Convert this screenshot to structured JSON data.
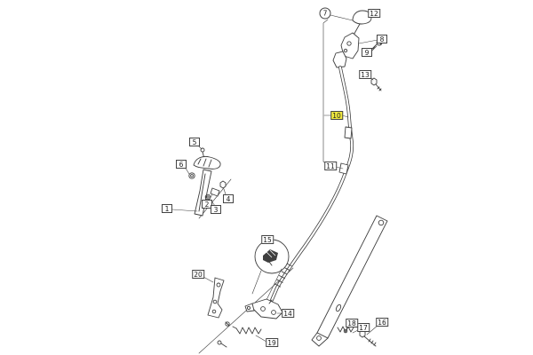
{
  "theme": {
    "bg": "#ffffff",
    "line": "#3f3f3f",
    "hl": "#f2ea3e"
  },
  "highlight": {
    "highlighted_callout": "10"
  },
  "callouts": {
    "c1": "1",
    "c2": "2",
    "c3": "3",
    "c4": "4",
    "c5": "5",
    "c6": "6",
    "c7": "7",
    "c8": "8",
    "c9": "9",
    "c10": "10",
    "c11": "11",
    "c12": "12",
    "c13": "13",
    "c14": "14",
    "c15": "15",
    "c16": "16",
    "c17": "17",
    "c18": "18",
    "c19": "19",
    "c20": "20"
  }
}
